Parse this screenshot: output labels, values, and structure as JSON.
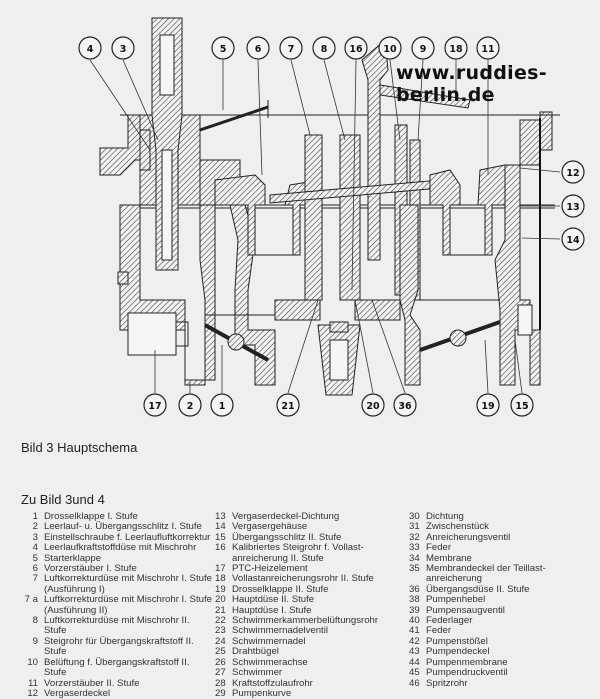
{
  "diagram": {
    "watermark": "www.ruddies-berlin.de",
    "callouts_top": [
      "4",
      "3",
      "5",
      "6",
      "7",
      "8",
      "16",
      "10",
      "9",
      "18",
      "11"
    ],
    "callouts_right": [
      "12",
      "13",
      "14"
    ],
    "callouts_bottom": [
      "17",
      "2",
      "1",
      "21",
      "20",
      "36",
      "19",
      "15"
    ]
  },
  "caption": "Bild 3 Hauptschema",
  "legend": {
    "title": "Zu Bild 3und 4",
    "columns": [
      [
        {
          "num": "1",
          "text": "Drosselklappe I. Stufe"
        },
        {
          "num": "2",
          "text": "Leerlauf- u. Übergangsschlitz I. Stufe"
        },
        {
          "num": "3",
          "text": "Einstellschraube f. Leerlaufluftkorrektur"
        },
        {
          "num": "4",
          "text": "Leerlaufkraftstoffdüse mit Mischrohr"
        },
        {
          "num": "5",
          "text": "Starterklappe"
        },
        {
          "num": "6",
          "text": "Vorzerstäuber I. Stufe"
        },
        {
          "num": "7",
          "text": "Luftkorrekturdüse mit Mischrohr I. Stufe (Ausführung I)"
        },
        {
          "num": "7 a",
          "text": "Luftkorrekturdüse mit Mischrohr I. Stufe (Ausführung II)"
        },
        {
          "num": "8",
          "text": "Luftkorrekturdüse mit Mischrohr II. Stufe"
        },
        {
          "num": "9",
          "text": "Steigrohr für Übergangskraftstoff II. Stufe"
        },
        {
          "num": "10",
          "text": "Belüftung f. Übergangskraftstoff II. Stufe"
        },
        {
          "num": "11",
          "text": "Vorzerstäuber II. Stufe"
        },
        {
          "num": "12",
          "text": "Vergaserdeckel"
        }
      ],
      [
        {
          "num": "13",
          "text": "Vergaserdeckel-Dichtung"
        },
        {
          "num": "14",
          "text": "Vergasergehäuse"
        },
        {
          "num": "15",
          "text": "Übergangsschlitz II. Stufe"
        },
        {
          "num": "16",
          "text": "Kalibriertes Steigrohr f. Vollast-anreicherung II. Stufe"
        },
        {
          "num": "17",
          "text": "PTC-Heizelement"
        },
        {
          "num": "18",
          "text": "Vollastanreicherungsrohr II. Stufe"
        },
        {
          "num": "19",
          "text": "Drosselklappe II. Stufe"
        },
        {
          "num": "20",
          "text": "Hauptdüse II. Stufe"
        },
        {
          "num": "21",
          "text": "Hauptdüse I. Stufe"
        },
        {
          "num": "22",
          "text": "Schwimmerkammerbelüftungsrohr"
        },
        {
          "num": "23",
          "text": "Schwimmernadelventil"
        },
        {
          "num": "24",
          "text": "Schwimmernadel"
        },
        {
          "num": "25",
          "text": "Drahtbügel"
        },
        {
          "num": "26",
          "text": "Schwimmerachse"
        },
        {
          "num": "27",
          "text": "Schwimmer"
        },
        {
          "num": "28",
          "text": "Kraftstoffzulaufrohr"
        },
        {
          "num": "29",
          "text": "Pumpenkurve"
        }
      ],
      [
        {
          "num": "30",
          "text": "Dichtung"
        },
        {
          "num": "31",
          "text": "Zwischenstück"
        },
        {
          "num": "32",
          "text": "Anreicherungsventil"
        },
        {
          "num": "33",
          "text": "Feder"
        },
        {
          "num": "34",
          "text": "Membrane"
        },
        {
          "num": "35",
          "text": "Membrandeckel der Teillast-anreicherung"
        },
        {
          "num": "36",
          "text": "Übergangsdüse II. Stufe"
        },
        {
          "num": "38",
          "text": "Pumpenhebel"
        },
        {
          "num": "39",
          "text": "Pumpensaugventil"
        },
        {
          "num": "40",
          "text": "Federlager"
        },
        {
          "num": "41",
          "text": "Feder"
        },
        {
          "num": "42",
          "text": "Pumpenstößel"
        },
        {
          "num": "43",
          "text": "Pumpendeckel"
        },
        {
          "num": "44",
          "text": "Pumpenmembrane"
        },
        {
          "num": "45",
          "text": "Pumpendruckventil"
        },
        {
          "num": "46",
          "text": "Spritzrohr"
        }
      ]
    ]
  }
}
